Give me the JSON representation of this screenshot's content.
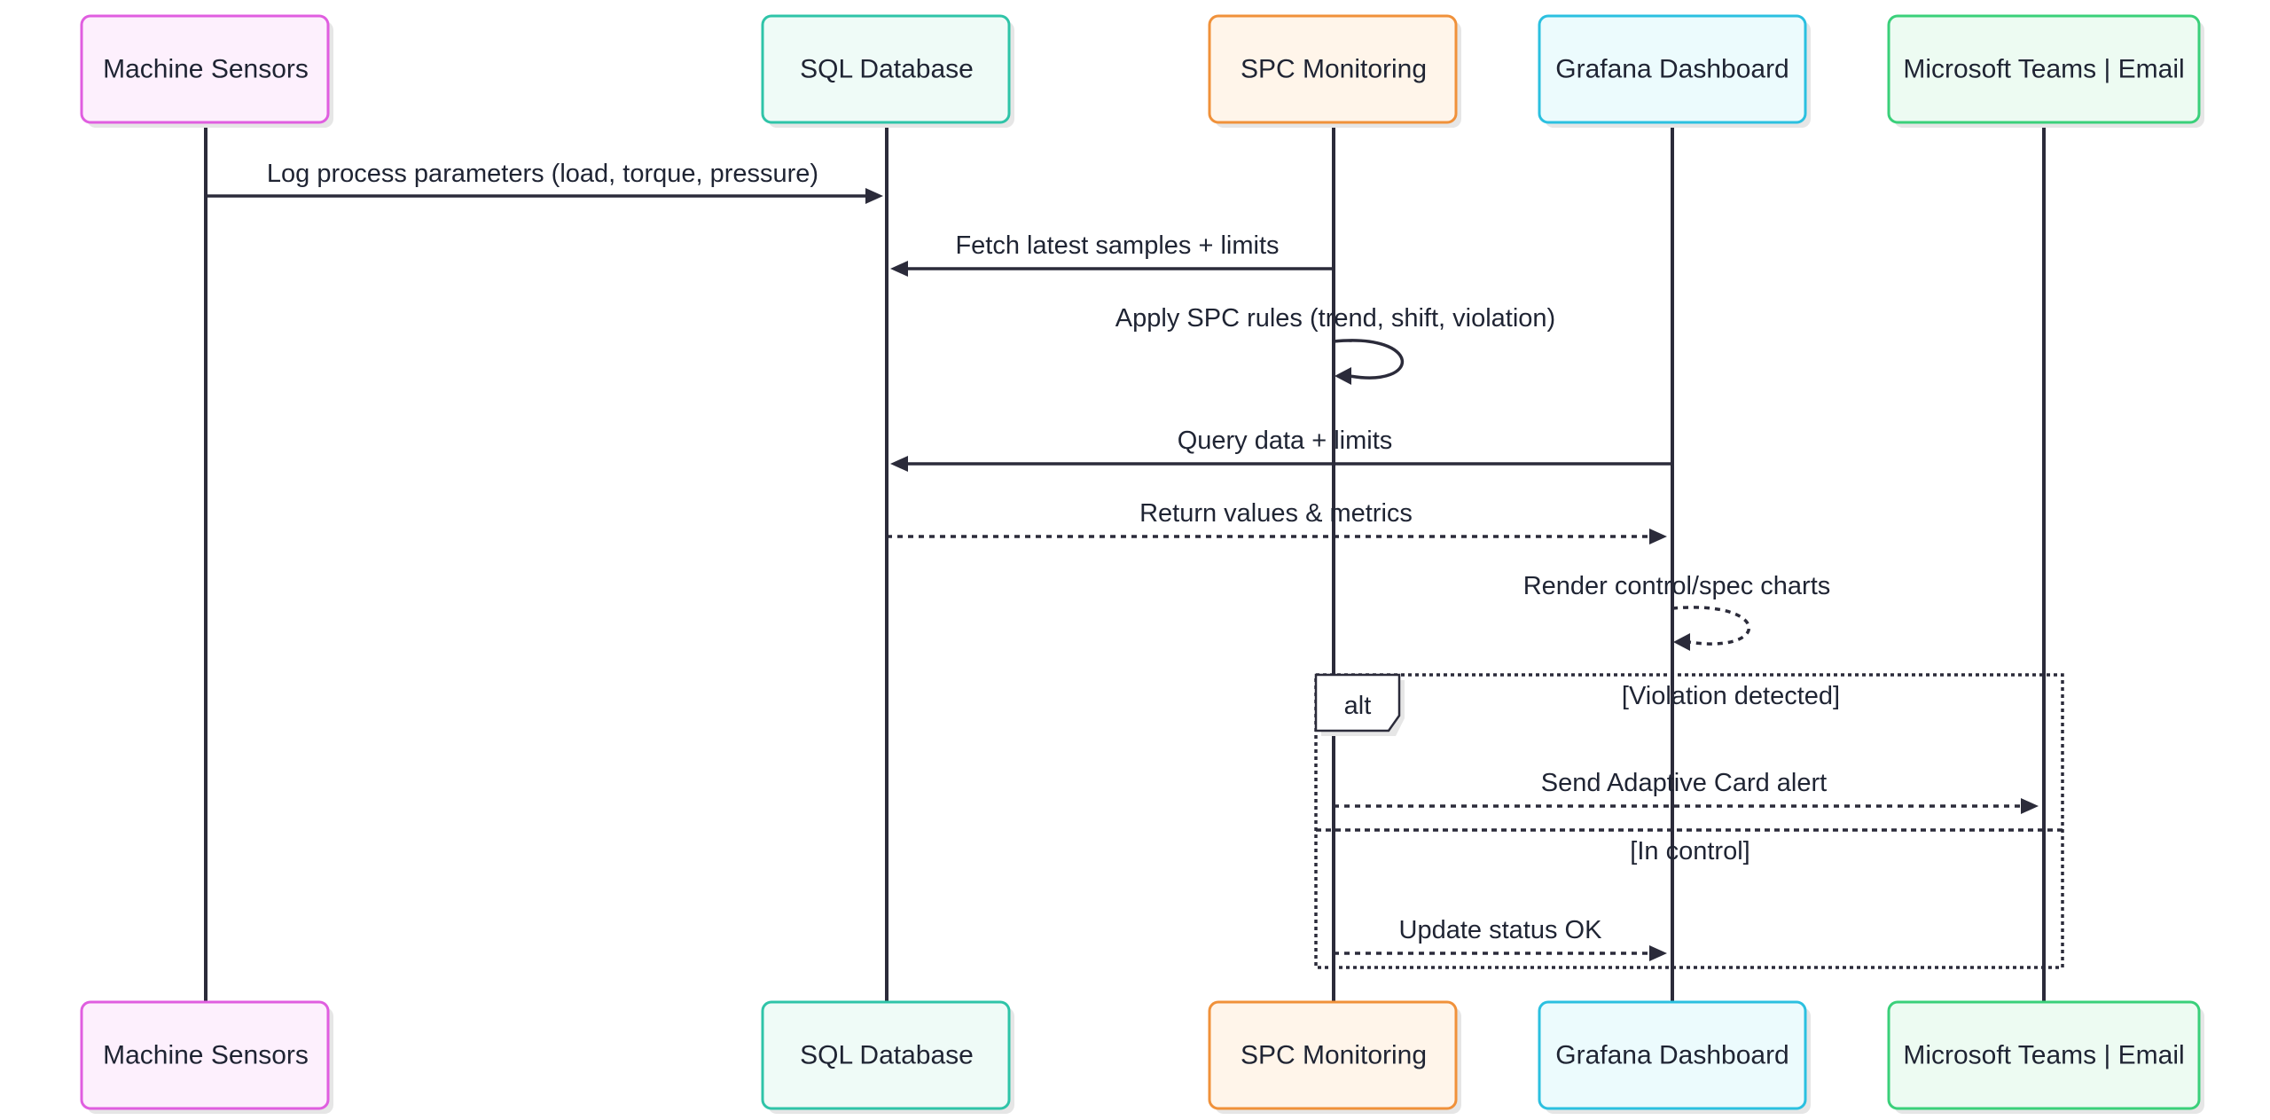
{
  "participants": [
    {
      "label": "Machine Sensors",
      "stroke": "#e05ee0",
      "fill": "#fdf0fd"
    },
    {
      "label": "SQL Database",
      "stroke": "#2fc4a8",
      "fill": "#effbf7"
    },
    {
      "label": "SPC Monitoring",
      "stroke": "#f0913a",
      "fill": "#fff5ea"
    },
    {
      "label": "Grafana Dashboard",
      "stroke": "#2bc0e0",
      "fill": "#ecfbfd"
    },
    {
      "label": "Microsoft Teams | Email",
      "stroke": "#3ad07a",
      "fill": "#edfbf2"
    }
  ],
  "messages": [
    {
      "from": 0,
      "to": 1,
      "label": "Log process parameters (load, torque, pressure)",
      "style": "solid"
    },
    {
      "from": 2,
      "to": 1,
      "label": "Fetch latest samples + limits",
      "style": "solid"
    },
    {
      "from": 2,
      "to": 2,
      "label": "Apply SPC rules (trend, shift, violation)",
      "style": "solid"
    },
    {
      "from": 3,
      "to": 1,
      "label": "Query data + limits",
      "style": "solid"
    },
    {
      "from": 1,
      "to": 3,
      "label": "Return values & metrics",
      "style": "dashed"
    },
    {
      "from": 3,
      "to": 3,
      "label": "Render control/spec charts",
      "style": "dashed"
    },
    {
      "from": 2,
      "to": 4,
      "label": "Send Adaptive Card alert",
      "style": "dashed"
    },
    {
      "from": 2,
      "to": 3,
      "label": "Update status OK",
      "style": "dashed"
    }
  ],
  "alt_block": {
    "keyword": "alt",
    "conditions": [
      "[Violation detected]",
      "[In control]"
    ]
  },
  "colors": {
    "line": "#2b2b3a",
    "text": "#1f2433"
  }
}
